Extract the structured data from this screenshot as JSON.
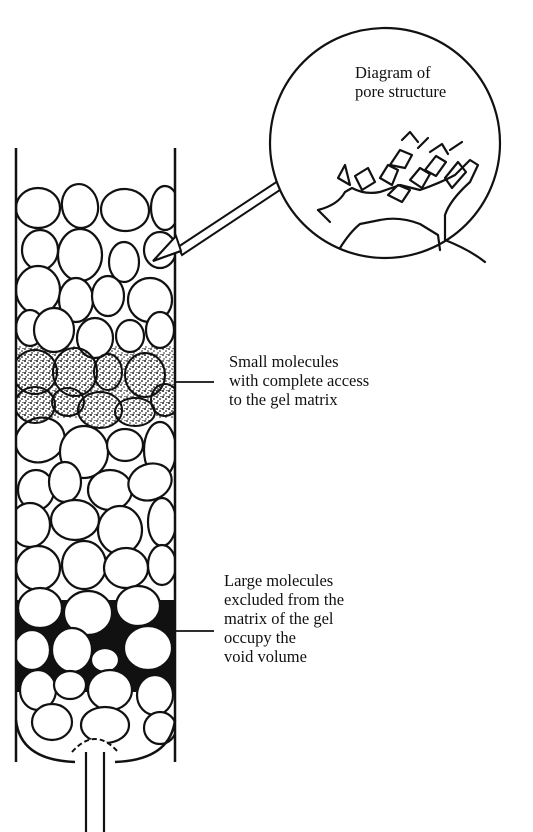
{
  "labels": {
    "pore_diagram": [
      "Diagram of",
      "pore structure"
    ],
    "small_molecules": [
      "Small molecules",
      "with complete access",
      "to the gel matrix"
    ],
    "large_molecules": [
      "Large molecules",
      "excluded from the",
      "matrix of the gel",
      "occupy the",
      "void volume"
    ]
  },
  "colors": {
    "ink": "#111111",
    "paper": "#ffffff"
  }
}
